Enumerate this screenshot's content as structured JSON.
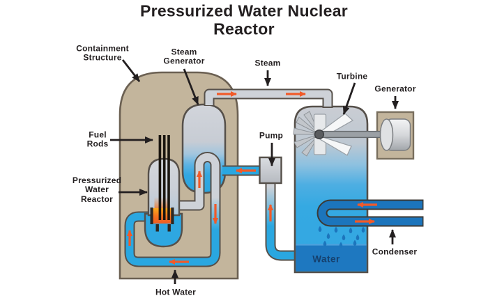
{
  "title": "Pressurized Water Nuclear Reactor",
  "labels": {
    "containment_structure": "Containment\nStructure",
    "steam_generator": "Steam\nGenerator",
    "steam": "Steam",
    "turbine": "Turbine",
    "generator": "Generator",
    "fuel_rods": "Fuel\nRods",
    "pressurized_water_reactor": "Pressurized\nWater\nReactor",
    "pump": "Pump",
    "condenser": "Condenser",
    "hot_water": "Hot Water",
    "water": "Water"
  },
  "colors": {
    "background": "#ffffff",
    "containment_tan": "#c3b59c",
    "outline_dark": "#56504a",
    "steel_gray": "#ced2d8",
    "hot_water_blue": "#2aa7e0",
    "cold_water_blue": "#1c75bc",
    "tank_water_blue": "#1e78c0",
    "flow_arrow_orange": "#f15a29",
    "label_black": "#231f20",
    "fire_orange": "#f4731f",
    "water_label_navy": "#16406d"
  }
}
